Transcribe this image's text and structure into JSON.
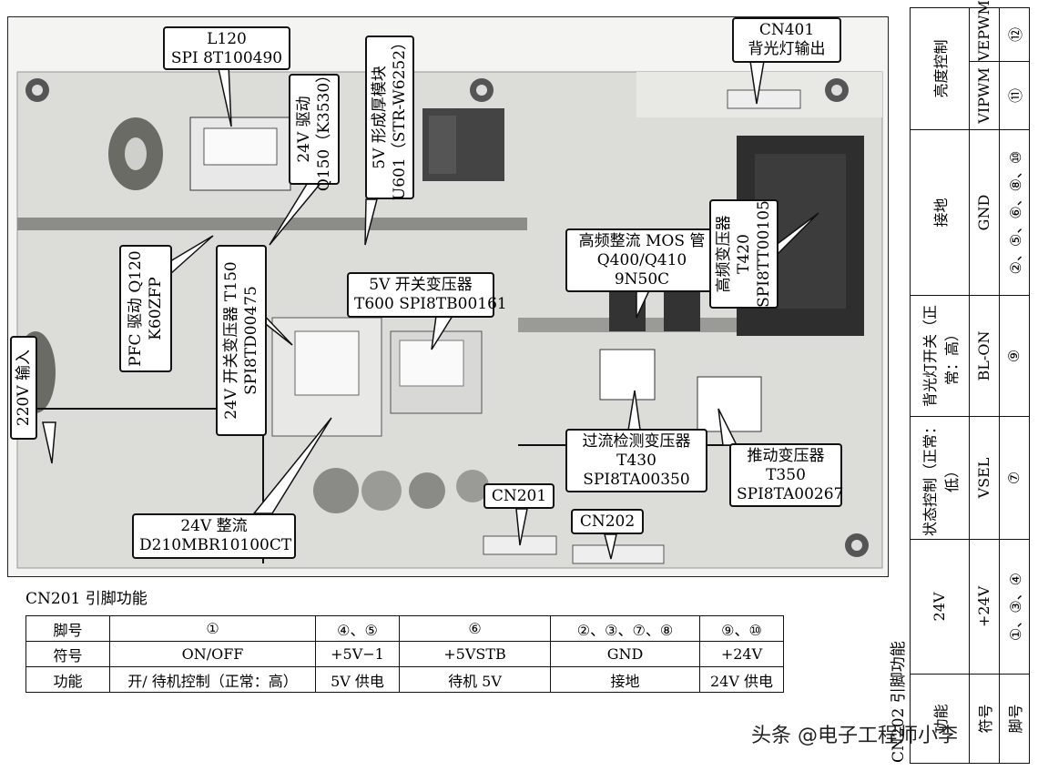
{
  "callouts": {
    "l120": {
      "line1": "L120",
      "line2": "SPI 8T100490"
    },
    "q150": {
      "line1": "24V 驱动",
      "line2": "Q150（K3530）"
    },
    "u601": {
      "line1": "5V 形成厚模块",
      "line2": "U601（STR-W6252）"
    },
    "cn401": {
      "line1": "CN401",
      "line2": "背光灯输出"
    },
    "pfc": {
      "line1": "PFC 驱动 Q120",
      "line2": "K60ZFP"
    },
    "t150": {
      "line1": "24V 开关变压器 T150",
      "line2": "SPI8TD00475"
    },
    "t600": {
      "line1": "5V 开关变压器",
      "line2": "T600 SPI8TB00161"
    },
    "mos": {
      "line1": "高频整流 MOS 管",
      "line2": "Q400/Q410",
      "line3": "9N50C"
    },
    "t420": {
      "line1": "高频变压器",
      "line2": "T420",
      "line3": "SPI8TT00105"
    },
    "ac220": {
      "line1": "220V 输入"
    },
    "t430": {
      "line1": "过流检测变压器",
      "line2": "T430",
      "line3": "SPI8TA00350"
    },
    "t350": {
      "line1": "推动变压器",
      "line2": "T350",
      "line3": "SPI8TA00267"
    },
    "cn201": {
      "line1": "CN201"
    },
    "cn202": {
      "line1": "CN202"
    },
    "d210": {
      "line1": "24V 整流",
      "line2": "D210MBR10100CT"
    }
  },
  "cn201_table": {
    "title": "CN201 引脚功能",
    "rows": [
      [
        "脚号",
        "①",
        "④、⑤",
        "⑥",
        "②、③、⑦、⑧",
        "⑨、⑩"
      ],
      [
        "符号",
        "ON/OFF",
        "+5V−1",
        "+5VSTB",
        "GND",
        "+24V"
      ],
      [
        "功能",
        "开/ 待机控制（正常：高）",
        "5V 供电",
        "待机 5V",
        "接地",
        "24V 供电"
      ]
    ]
  },
  "cn202_table": {
    "title": "CN202 引脚功能",
    "header": {
      "pin": "脚号",
      "sym": "符号",
      "func": "功能"
    },
    "cols": [
      {
        "pin": "①、③、④",
        "sym": "+24V",
        "func": "24V"
      },
      {
        "pin": "⑦",
        "sym": "VSEL",
        "func": "状态控制（正常：低）"
      },
      {
        "pin": "⑨",
        "sym": "BL-ON",
        "func": "背光灯开关（正常：高）"
      },
      {
        "pin": "②、⑤、⑥、⑧、⑩",
        "sym": "GND",
        "func": "接地"
      },
      {
        "pin": "⑪",
        "sym": "VIPWM",
        "func": "亮度控制"
      },
      {
        "pin": "⑫",
        "sym": "VEPWM",
        "func": ""
      }
    ]
  },
  "watermark": "头条 @电子工程师小李"
}
